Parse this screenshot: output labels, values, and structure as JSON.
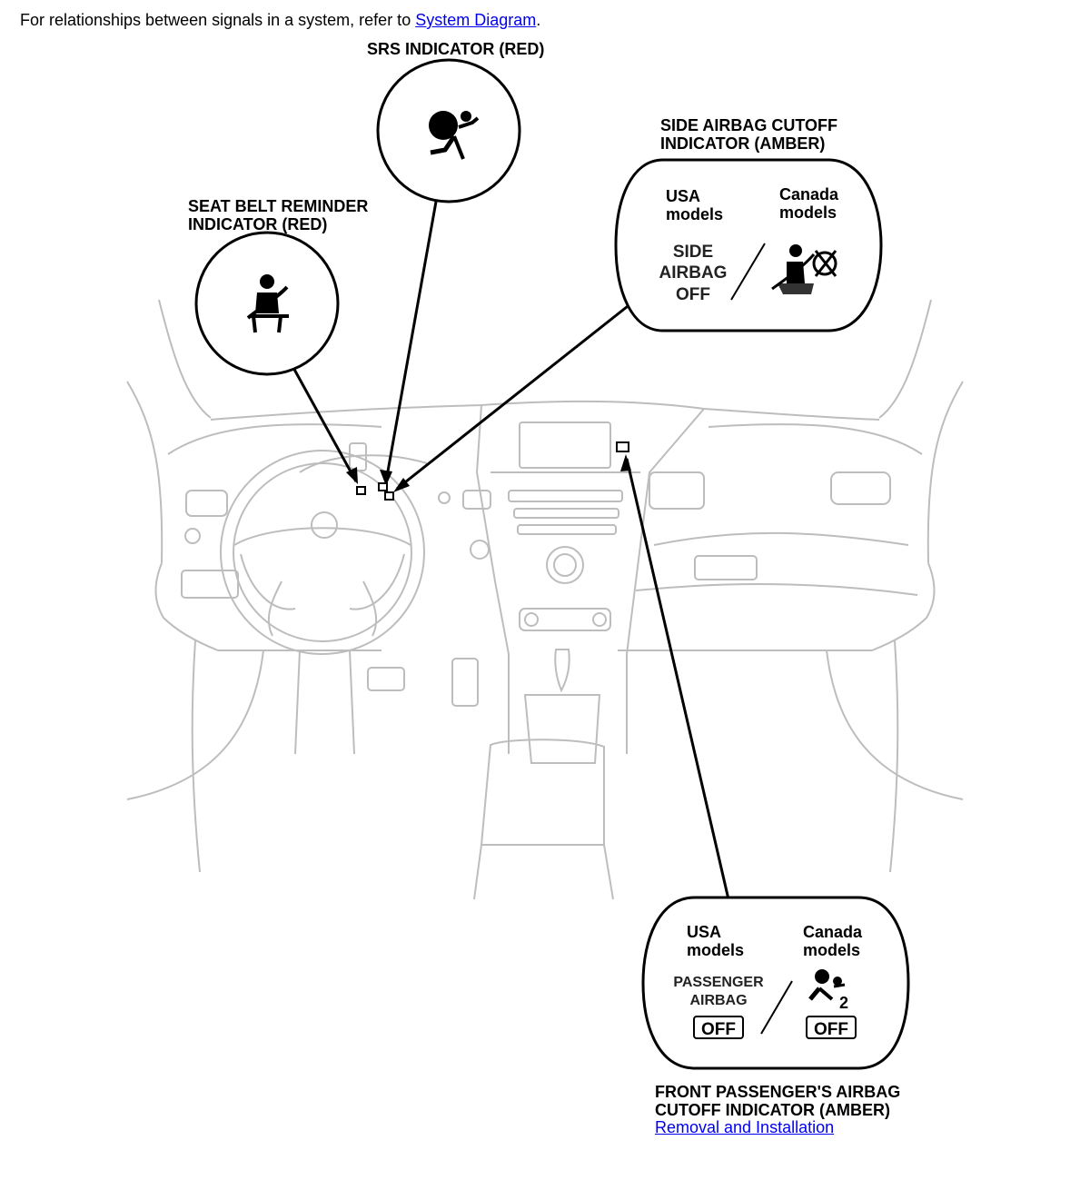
{
  "header": {
    "intro_text": "For relationships between signals in a system, refer to ",
    "link_text": "System Diagram",
    "trailing": "."
  },
  "labels": {
    "srs": "SRS INDICATOR (RED)",
    "seat_belt_line1": "SEAT BELT REMINDER",
    "seat_belt_line2": "INDICATOR (RED)",
    "side_airbag_line1": "SIDE AIRBAG CUTOFF",
    "side_airbag_line2": "INDICATOR (AMBER)",
    "passenger_line1": "FRONT PASSENGER'S AIRBAG",
    "passenger_line2": "CUTOFF INDICATOR (AMBER)"
  },
  "side_airbag_callout": {
    "usa_line1": "USA",
    "usa_line2": "models",
    "canada_line1": "Canada",
    "canada_line2": "models",
    "indicator_line1": "SIDE",
    "indicator_line2": "AIRBAG",
    "indicator_line3": "OFF"
  },
  "passenger_callout": {
    "usa_line1": "USA",
    "usa_line2": "models",
    "canada_line1": "Canada",
    "canada_line2": "models",
    "indicator_line1": "PASSENGER",
    "indicator_line2": "AIRBAG",
    "off_text_usa": "OFF",
    "off_text_canada": "OFF",
    "seat_number": "2"
  },
  "footer": {
    "link_text": "Removal and Installation"
  },
  "colors": {
    "link": "#0000ee",
    "line_art": "#bdbdbd",
    "callout_stroke": "#000000"
  }
}
